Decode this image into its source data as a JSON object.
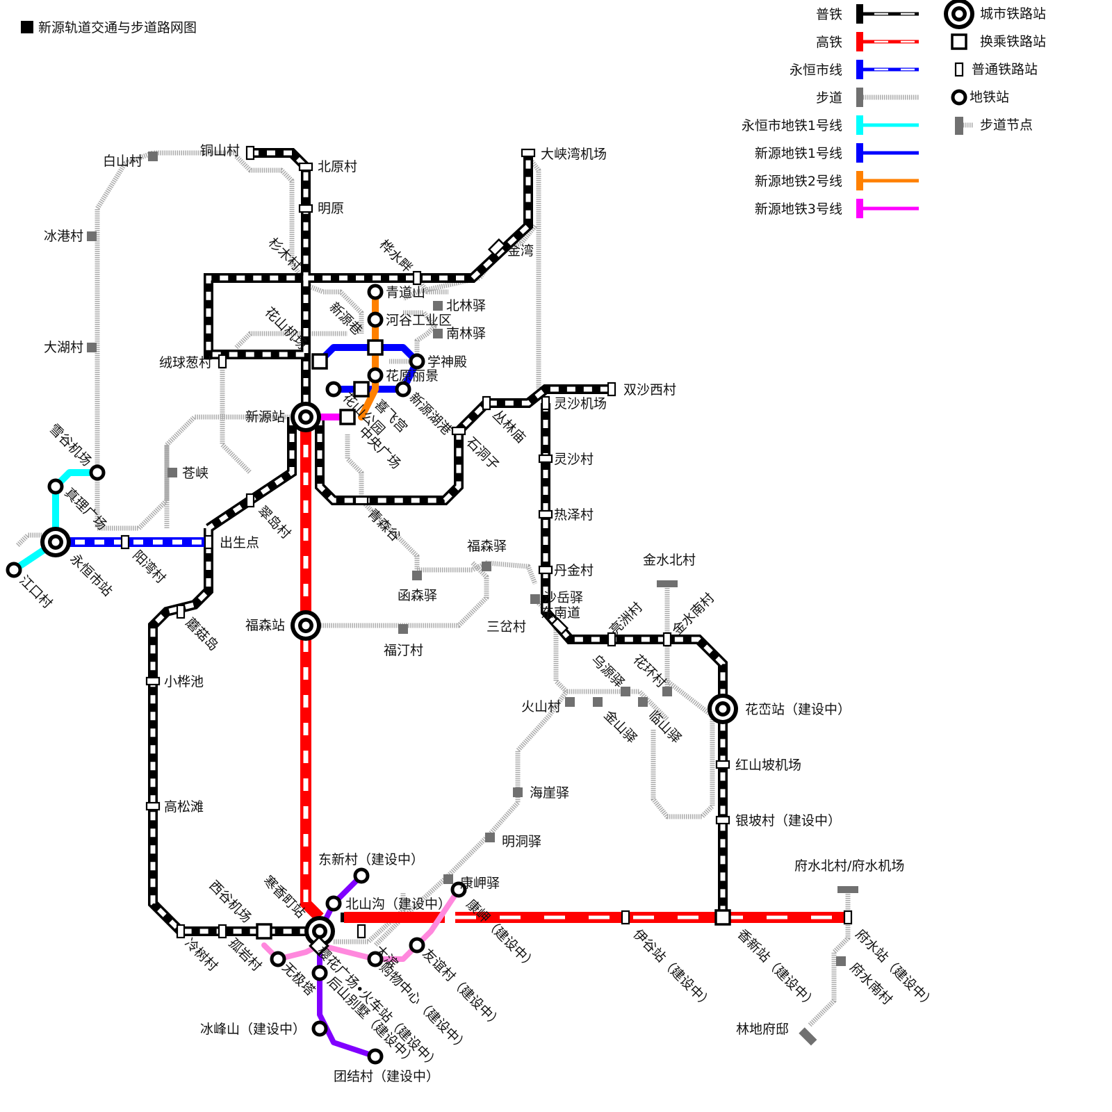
{
  "title": "新源轨道交通与步道路网图",
  "colors": {
    "rail": "#000000",
    "hsr": "#ff0000",
    "yongheng_city": "#0000ff",
    "trail": "#aaaaaa",
    "trail_node": "#707070",
    "yh_metro1": "#00ffff",
    "xy_metro1": "#0000ff",
    "xy_metro2": "#ff8000",
    "xy_metro3": "#ff00ff",
    "south_purple": "#8000ff",
    "south_pink": "#ff88dd"
  },
  "legend": {
    "lines": [
      {
        "name": "普铁",
        "color": "#000000"
      },
      {
        "name": "高铁",
        "color": "#ff0000"
      },
      {
        "name": "永恒市线",
        "color": "#0000ff"
      },
      {
        "name": "步道",
        "color": "#aaaaaa"
      },
      {
        "name": "永恒市地铁1号线",
        "color": "#00ffff"
      },
      {
        "name": "新源地铁1号线",
        "color": "#0000ff"
      },
      {
        "name": "新源地铁2号线",
        "color": "#ff8000"
      },
      {
        "name": "新源地铁3号线",
        "color": "#ff00ff"
      }
    ],
    "symbols": [
      {
        "name": "城市铁路站",
        "icon": "city-station-icon"
      },
      {
        "name": "换乘铁路站",
        "icon": "transfer-station-icon"
      },
      {
        "name": "普通铁路站",
        "icon": "rail-station-icon"
      },
      {
        "name": "地铁站",
        "icon": "metro-station-icon"
      },
      {
        "name": "步道节点",
        "icon": "trail-node-icon"
      }
    ]
  },
  "labels": {
    "baishan": "白山村",
    "tongshan": "铜山村",
    "beiyuan": "北原村",
    "mingyuan": "明原",
    "daxiawan": "大峡湾机场",
    "binggang": "冰港村",
    "dahu": "大湖村",
    "shanmu": "杉木村",
    "huashui": "桦水畔",
    "jinwan": "金湾",
    "qingdaoshan": "青道山",
    "beilinyi": "北林驿",
    "xinyuanxiang": "新源巷",
    "heguyq": "河谷工业区",
    "nanlinyi": "南林驿",
    "huashanjc": "花山机场",
    "rongqiu": "绒球葱村",
    "xueshendian": "学神殿",
    "huayuanlj": "花原丽景",
    "shuangsha": "双沙西村",
    "lingshajc": "灵沙机场",
    "xinyuanst": "新源站",
    "huafeigong": "喜飞宫",
    "xinyuanhu": "新源湖港",
    "conglinmiao": "丛林庙",
    "huayuangy": "花山公园",
    "zhongyanggc": "中央广场",
    "shidongzi": "石洞子",
    "lingsha": "灵沙村",
    "xuegujc": "雪谷机场",
    "cangxia": "苍峡",
    "zhenli": "真理广场",
    "reize": "热泽村",
    "cuidao": "翠岛村",
    "qingsengu": "青森谷",
    "yongheng": "永恒市站",
    "yangwan": "阳湾村",
    "chusheng": "出生点",
    "jiangkou": "江口村",
    "fusenyi": "福森驿",
    "danjin": "丹金村",
    "jinshuibei": "金水北村",
    "hansenyi": "函森驿",
    "shayueyi": "沙岳驿",
    "donnandao": "东南道",
    "sancha": "三岔村",
    "fusenst": "福森站",
    "mogudao": "蘑菇岛",
    "futing": "福汀村",
    "liangzhou": "亮洲村",
    "jinshuinan": "金水南村",
    "xiaohuachi": "小桦池",
    "wuyuanyi": "乌源驿",
    "huahuan": "花环村",
    "huoshan": "火山村",
    "jinshanyi": "金山驿",
    "linshanyi": "临山驿",
    "huaqiao": "花峦站（建设中）",
    "hongshanpo": "红山坡机场",
    "haiyaiyi": "海崖驿",
    "gaosongtan": "高松滩",
    "yinpo": "银坡村（建设中）",
    "mingdongyi": "明洞驿",
    "dongxin": "东新村（建设中）",
    "fushuibei": "府水北村/府水机场",
    "kangxiayi": "康岬驿",
    "xiguji": "西谷机场",
    "hanxiang": "寒香町站",
    "beishangou": "北山沟（建设中）",
    "kangxia": "康岬（建设中）",
    "yigu": "伊谷站（建设中）",
    "xiangxin": "香新站（建设中）",
    "fushui": "府水站（建设中）",
    "lengshu": "冷树村",
    "guyan": "孤岩村",
    "wuji": "无极塔",
    "yinghua": "樱花广场•火车站（建设中）",
    "gouwu": "购物中心（建设中）",
    "youyi": "友谊村（建设中）",
    "fushuinan": "府水南村",
    "houshan": "后山别墅（建设中）",
    "bingfeng": "冰峰山（建设中）",
    "lindi": "林地府邸",
    "tuanjie": "团结村（建设中）",
    "dabin": "大滨"
  }
}
